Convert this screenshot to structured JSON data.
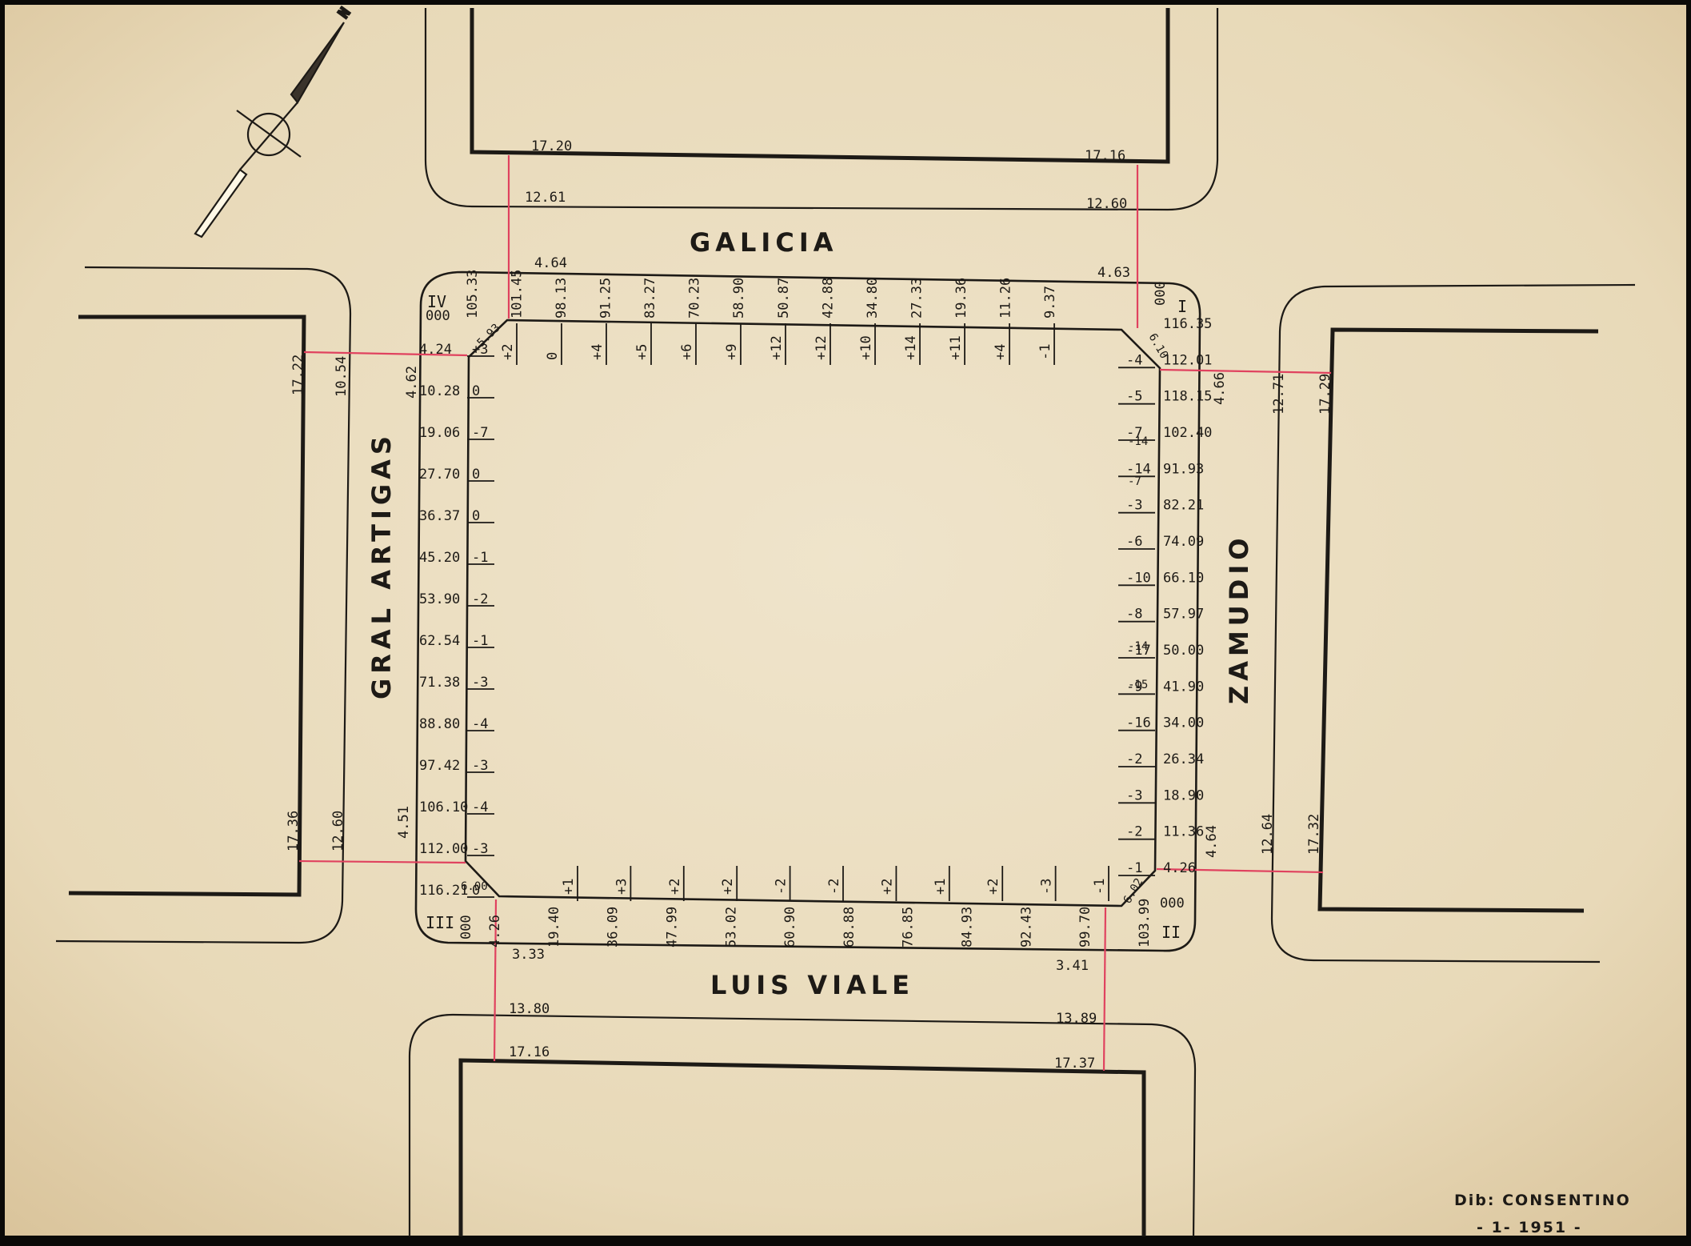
{
  "streets": {
    "north": "GALICIA",
    "south": "LUIS VIALE",
    "west": "GRAL ARTIGAS",
    "east": "ZAMUDIO"
  },
  "corners": {
    "c1": "I",
    "c2": "II",
    "c3": "III",
    "c4": "IV"
  },
  "corner_zero": "000",
  "north_arrow": {
    "label": "N"
  },
  "north_widths": {
    "left_outer": "17.20",
    "left_inner": "12.61",
    "right_outer": "17.16",
    "right_inner": "12.60",
    "sidewalk_left": "4.64",
    "sidewalk_right": "4.63"
  },
  "south_widths": {
    "left_outer": "17.16",
    "left_inner": "13.80",
    "right_outer": "17.37",
    "right_inner": "13.89",
    "sidewalk_left": "3.33",
    "sidewalk_right": "3.41"
  },
  "west_widths": {
    "top_outer": "17.22",
    "top_inner": "10.54",
    "bottom_outer": "17.36",
    "bottom_inner": "12.60",
    "sidewalk_top": "4.62",
    "sidewalk_bottom": "4.51"
  },
  "east_widths": {
    "top_outer": "17.29",
    "top_inner": "12.71",
    "bottom_outer": "17.32",
    "bottom_inner": "12.64",
    "sidewalk_top": "4.66",
    "sidewalk_bottom": "4.64"
  },
  "north_profile": {
    "distances": [
      "105.33",
      "101.45",
      "98.13",
      "91.25",
      "83.27",
      "70.23",
      "58.90",
      "50.87",
      "42.88",
      "34.80",
      "27.33",
      "19.36",
      "11.26",
      "9.37"
    ],
    "levels": [
      "+2",
      "0",
      "+4",
      "+5",
      "+6",
      "+9",
      "+12",
      "+12",
      "+10",
      "+14",
      "+11",
      "+4",
      "-1"
    ],
    "chamfer": "5.93"
  },
  "south_profile": {
    "distances": [
      "4.26",
      "19.40",
      "36.09",
      "47.99",
      "53.02",
      "60.90",
      "68.88",
      "76.85",
      "84.93",
      "92.43",
      "99.70",
      "103.99"
    ],
    "levels": [
      "+1",
      "+3",
      "+2",
      "+2",
      "-2",
      "-2",
      "+2",
      "+1",
      "+2",
      "-3",
      "-1"
    ],
    "chamfer": "6.00"
  },
  "west_profile": {
    "rows": [
      {
        "dist": "4.24",
        "level": "+3"
      },
      {
        "dist": "10.28",
        "level": "0"
      },
      {
        "dist": "19.06",
        "level": "-7"
      },
      {
        "dist": "27.70",
        "level": "0"
      },
      {
        "dist": "36.37",
        "level": "0"
      },
      {
        "dist": "45.20",
        "level": "-1"
      },
      {
        "dist": "53.90",
        "level": "-2"
      },
      {
        "dist": "62.54",
        "level": "-1"
      },
      {
        "dist": "71.38",
        "level": "-3"
      },
      {
        "dist": "88.80",
        "level": "-4"
      },
      {
        "dist": "97.42",
        "level": "-3"
      },
      {
        "dist": "106.10",
        "level": "-4"
      },
      {
        "dist": "112.00",
        "level": "-3"
      },
      {
        "dist": "116.21",
        "level": "0"
      }
    ],
    "chamfer": "6.00"
  },
  "east_profile": {
    "rows": [
      {
        "dist": "116.35",
        "level": ""
      },
      {
        "dist": "112.01",
        "level": "-4"
      },
      {
        "dist": "118.15",
        "level": "-5"
      },
      {
        "dist": "102.40",
        "level": "-7"
      },
      {
        "dist": "91.93",
        "level": "-14"
      },
      {
        "dist": "82.21",
        "level": "-3"
      },
      {
        "dist": "74.09",
        "level": "-6"
      },
      {
        "dist": "66.10",
        "level": "-10"
      },
      {
        "dist": "57.97",
        "level": "-8"
      },
      {
        "dist": "50.00",
        "level": "-17"
      },
      {
        "dist": "41.90",
        "level": "-9"
      },
      {
        "dist": "34.00",
        "level": "-16"
      },
      {
        "dist": "26.34",
        "level": "-2"
      },
      {
        "dist": "18.90",
        "level": "-3"
      },
      {
        "dist": "11.36",
        "level": "-2"
      },
      {
        "dist": "4.26",
        "level": "-1"
      }
    ],
    "extra_levels": [
      "-14",
      "-7",
      "-14",
      "-15"
    ],
    "chamfer": "6.10",
    "chamfer_bottom": "6.02"
  },
  "credit": {
    "line1": "Dib: CONSENTINO",
    "line2": "- 1- 1951 -"
  },
  "colors": {
    "paper": "#ecdfc3",
    "ink": "#1d1a16",
    "red_line": "#e0425f",
    "frame": "#0b0a08"
  }
}
